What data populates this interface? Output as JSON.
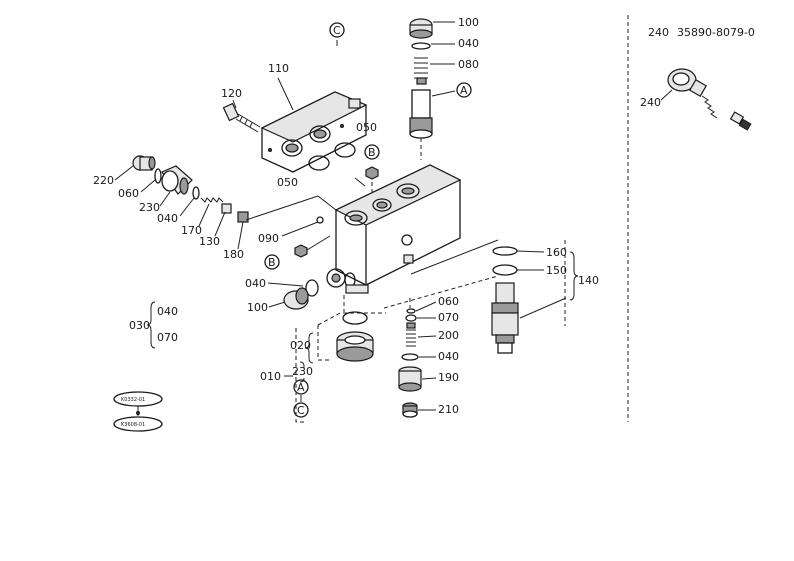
{
  "header": {
    "ref_number": "240",
    "part_number": "35890-8079-0"
  },
  "callouts": {
    "c100a": "100",
    "c040a": "040",
    "c080": "080",
    "circA1": "A",
    "c110": "110",
    "c120": "120",
    "c050a": "050",
    "circB1": "B",
    "c050b": "050",
    "c220": "220",
    "c060a": "060",
    "c230a": "230",
    "c040b": "040",
    "c170": "170",
    "c130": "130",
    "c180": "180",
    "c090": "090",
    "circB2": "B",
    "c040c": "040",
    "c100b": "100",
    "c030": "030",
    "c030_040": "040",
    "c030_070": "070",
    "c160": "160",
    "c150": "150",
    "c140": "140",
    "c060b": "060",
    "c070": "070",
    "c200": "200",
    "c040d": "040",
    "c190": "190",
    "c210": "210",
    "c020": "020",
    "c010": "010",
    "c230b": "230",
    "circA2": "A",
    "circC2": "C",
    "circC1": "C",
    "c240": "240"
  },
  "stamps": {
    "stamp1": "K0332-01",
    "stamp2": "K3608-01"
  }
}
